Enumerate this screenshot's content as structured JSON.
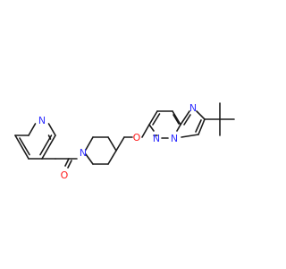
{
  "colors": {
    "bond": "#1a1a1a",
    "nitrogen": "#2f2fff",
    "oxygen": "#ff1a1a",
    "background": "#ffffff"
  },
  "atoms": {
    "n_pyridine": "N",
    "o_carbonyl": "O",
    "n_piperidine": "N",
    "o_ether": "O",
    "n_imidazole": "N",
    "n_pyridazine": "N",
    "n_bridge": "N"
  }
}
